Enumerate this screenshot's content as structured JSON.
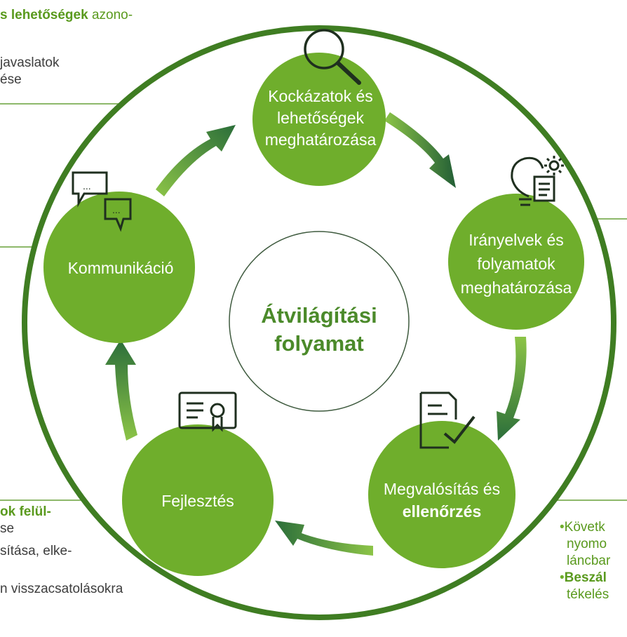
{
  "top_left": {
    "line1_bold": "s lehetőségek",
    "line1_rest": " azono-",
    "line2": "javaslatok",
    "line3": "ése"
  },
  "bottom_left": {
    "line1_bold": "ok felül-",
    "line2": "se",
    "line3": "sítása, elke-",
    "line4": "n visszacsatolásokra"
  },
  "bottom_right": {
    "line1": "Követk",
    "line2": "nyomo",
    "line3": "láncbar",
    "line4_bold": "Beszál",
    "line5": "tékelés"
  },
  "center": {
    "line1": "Átvilágítási",
    "line2": "folyamat"
  },
  "nodes": {
    "risks": {
      "line1": "Kockázatok és",
      "line2": "lehetőségek",
      "line3": "meghatározása"
    },
    "policies": {
      "line1": "Irányelvek és",
      "line2": "folyamatok",
      "line3": "meghatározása"
    },
    "implementation": {
      "line1": "Megvalósítás és",
      "line2": "ellenőrzés"
    },
    "development": {
      "line1": "Fejlesztés"
    },
    "communication": {
      "line1": "Kommunikáció"
    }
  },
  "icons": {
    "risks": "magnifier-icon",
    "policies": "lightbulb-document-icon",
    "implementation": "checked-document-icon",
    "development": "certificate-icon",
    "communication": "chat-bubbles-icon"
  },
  "colors": {
    "node_fill": "#6fae2c",
    "ring": "#3f7d22",
    "arrow_dark": "#2a6e3a",
    "arrow_light": "#79b83b",
    "icon_stroke": "#1f2f1f",
    "center_text": "#4b8a2a",
    "side_green": "#5a9a1e"
  }
}
